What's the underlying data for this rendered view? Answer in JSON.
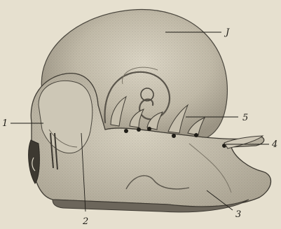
{
  "figure": {
    "description_labels": [
      {
        "id": "label-1",
        "text": "1"
      },
      {
        "id": "label-2",
        "text": "2"
      },
      {
        "id": "label-3",
        "text": "3"
      },
      {
        "id": "label-4",
        "text": "4"
      },
      {
        "id": "label-5",
        "text": "5"
      },
      {
        "id": "label-j",
        "text": "J"
      }
    ]
  },
  "colors": {
    "paper": "#e6e0cf",
    "shell_light": "#d2ccbb",
    "shell_mid": "#b7b09f",
    "shell_dark": "#8f887a",
    "ink": "#1f1d17",
    "sole": "#6c665b"
  }
}
